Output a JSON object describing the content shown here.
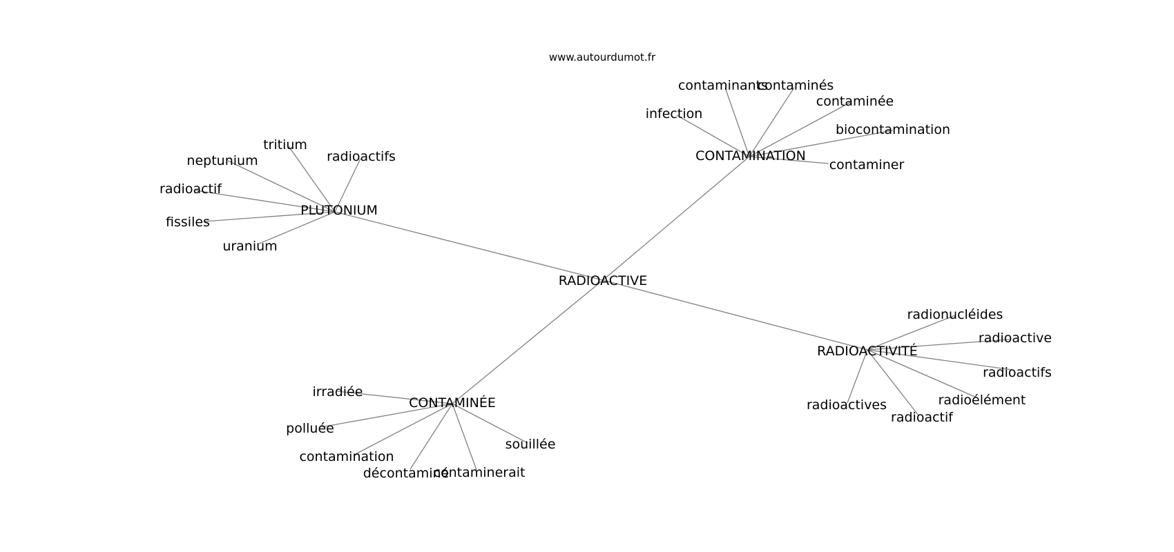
{
  "watermark": "www.autourdumot.fr",
  "colors": {
    "edge": "#808080",
    "text": "#000000",
    "background": "#ffffff"
  },
  "graph": {
    "center": "RADIOACTIVE",
    "hubs": [
      {
        "label": "PLUTONIUM",
        "leaves": [
          "tritium",
          "radioactifs",
          "neptunium",
          "radioactif",
          "fissiles",
          "uranium"
        ]
      },
      {
        "label": "CONTAMINATION",
        "leaves": [
          "contaminants",
          "contaminés",
          "contaminée",
          "infection",
          "biocontamination",
          "contaminer"
        ]
      },
      {
        "label": "RADIOACTIVITÉ",
        "leaves": [
          "radionucléides",
          "radioactive",
          "radioactifs",
          "radioélément",
          "radioactif",
          "radioactives"
        ]
      },
      {
        "label": "CONTAMINÉE",
        "leaves": [
          "irradiée",
          "polluée",
          "contamination",
          "décontaminé",
          "contaminerait",
          "souillée"
        ]
      }
    ]
  }
}
